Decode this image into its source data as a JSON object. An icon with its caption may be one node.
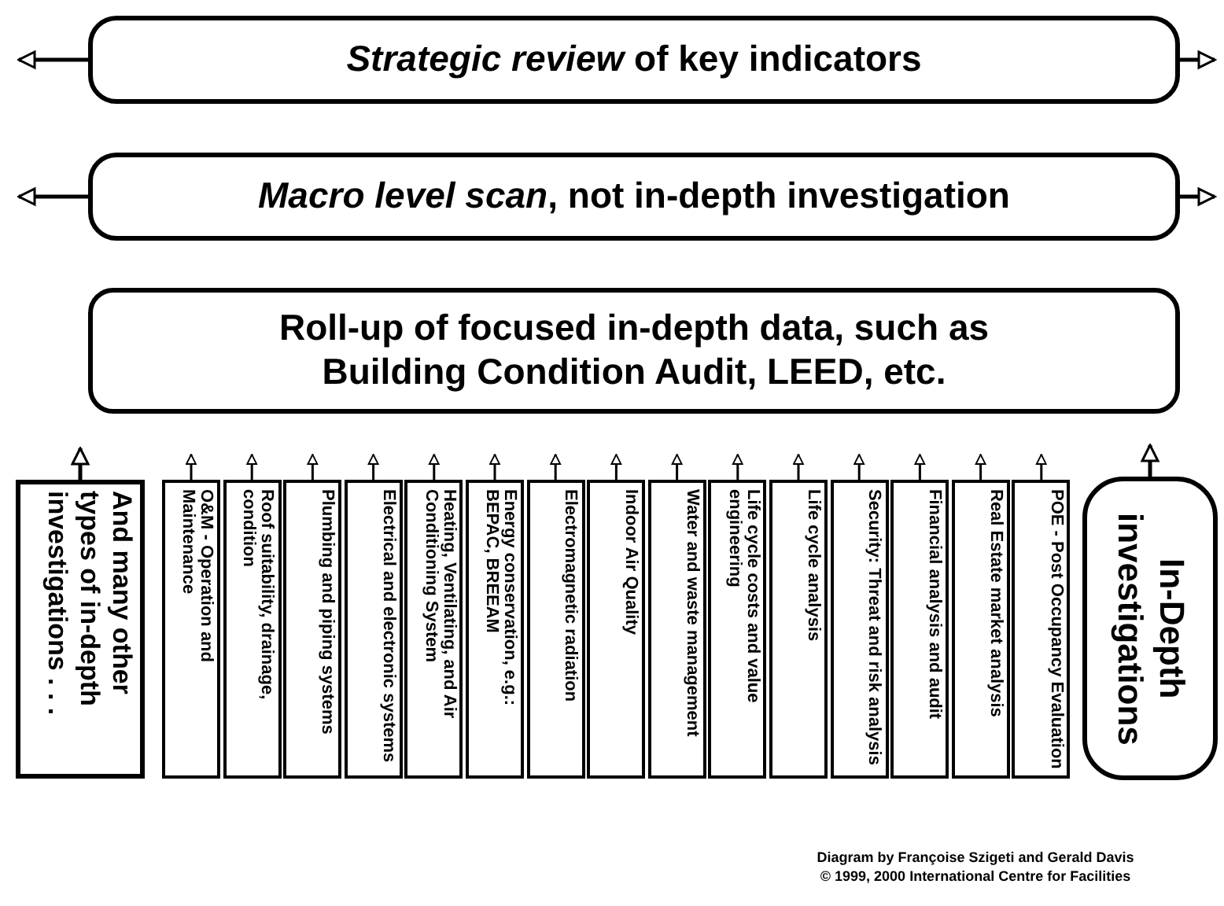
{
  "diagram": {
    "nodes": [
      {
        "text": [
          "*Strategic review* of key indicators"
        ]
      },
      {
        "text": [
          "*Macro level scan*, not in-depth investigation"
        ]
      },
      {
        "text": [
          "Roll-up of focused in-depth data, such as Building Condition Audit, LEED, etc."
        ]
      },
      {
        "text": [
          "And many other types of in-depth investigations . . ."
        ]
      },
      {
        "text": [
          "O&M - Operation and Maintenance"
        ]
      },
      {
        "text": [
          "Roof suitability, drainage, condition"
        ]
      },
      {
        "text": [
          "Plumbing and piping systems"
        ]
      },
      {
        "text": [
          "Electrical and electronic systems"
        ]
      },
      {
        "text": [
          "Heating, Ventilating, and Air Conditioning System"
        ]
      },
      {
        "text": [
          "Energy conservation, e.g.: BEPAC, BREEAM"
        ]
      },
      {
        "text": [
          "Electromagnetic radiation"
        ]
      },
      {
        "text": [
          "Indoor Air Quality"
        ]
      },
      {
        "text": [
          "Water and waste management"
        ]
      },
      {
        "text": [
          "Life cycle costs and value engineering"
        ]
      },
      {
        "text": [
          "Life cycle analysis"
        ]
      },
      {
        "text": [
          "Security: Threat and risk analysis"
        ]
      },
      {
        "text": [
          "Financial analysis and audit"
        ]
      },
      {
        "text": [
          "Real Estate market analysis"
        ]
      },
      {
        "text": [
          "POE - Post Occupancy Evaluation"
        ]
      },
      {
        "text": [
          "In-Depth investigations"
        ]
      }
    ],
    "edges": [
      {
        "from": 0,
        "to": null,
        "arrow": "to"
      },
      {
        "from": 0,
        "to": null,
        "arrow": "to"
      },
      {
        "from": 1,
        "to": null,
        "arrow": "to"
      },
      {
        "from": 1,
        "to": null,
        "arrow": "to"
      },
      {
        "from": 3,
        "to": null,
        "arrow": "to"
      },
      {
        "from": 4,
        "to": null,
        "arrow": "to"
      },
      {
        "from": 5,
        "to": null,
        "arrow": "to"
      },
      {
        "from": 6,
        "to": null,
        "arrow": "to"
      },
      {
        "from": 7,
        "to": null,
        "arrow": "to"
      },
      {
        "from": 8,
        "to": null,
        "arrow": "to"
      },
      {
        "from": 9,
        "to": null,
        "arrow": "to"
      },
      {
        "from": 10,
        "to": null,
        "arrow": "to"
      },
      {
        "from": 11,
        "to": null,
        "arrow": "to"
      },
      {
        "from": 12,
        "to": null,
        "arrow": "to"
      },
      {
        "from": 13,
        "to": null,
        "arrow": "to"
      },
      {
        "from": 14,
        "to": null,
        "arrow": "to"
      },
      {
        "from": 15,
        "to": null,
        "arrow": "to"
      },
      {
        "from": 16,
        "to": null,
        "arrow": "to"
      },
      {
        "from": 17,
        "to": null,
        "arrow": "to"
      },
      {
        "from": 18,
        "to": null,
        "arrow": "to"
      },
      {
        "from": 19,
        "to": null,
        "arrow": "to"
      }
    ],
    "labels": [
      "Diagram by Françoise Szigeti and Gerald Davis",
      "© 1999, 2000 International Centre for Facilities"
    ]
  }
}
